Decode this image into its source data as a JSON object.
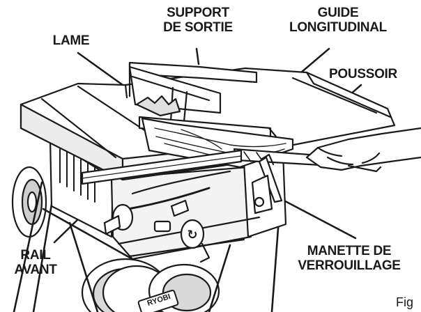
{
  "labels": {
    "support_l1": "SUPPORT",
    "support_l2": "DE SORTIE",
    "guide_l1": "GUIDE",
    "guide_l2": "LONGITUDINAL",
    "lame": "LAME",
    "poussoir": "POUSSOIR",
    "rail_l1": "RAIL",
    "rail_l2": "AVANT",
    "manette_l1": "MANETTE DE",
    "manette_l2": "VERROUILLAGE",
    "fig": "Fig",
    "brand": "RYOBI"
  },
  "icons": [
    "table-saw-illustration",
    "hand-icon",
    "wheel-icon",
    "knob-icon"
  ]
}
